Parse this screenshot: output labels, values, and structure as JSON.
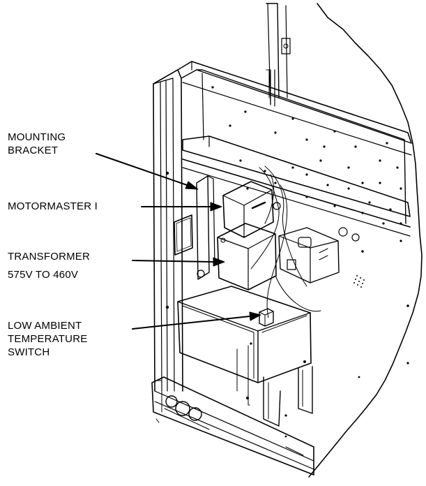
{
  "callouts": {
    "mounting_bracket": [
      "MOUNTING",
      "BRACKET"
    ],
    "motormaster": "MOTORMASTER I",
    "transformer": [
      "TRANSFORMER",
      "575V TO 460V"
    ],
    "low_ambient": [
      "LOW AMBIENT",
      "TEMPERATURE",
      "SWITCH"
    ]
  },
  "colors": {
    "line": "#000000",
    "background": "#ffffff",
    "shade": "#e8e8e8"
  }
}
